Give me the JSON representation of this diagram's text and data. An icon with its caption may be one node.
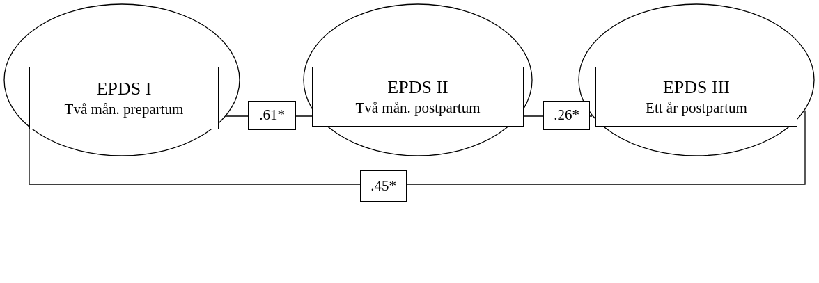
{
  "diagram": {
    "nodes": [
      {
        "text": [],
        "shape": "ellipse"
      },
      {
        "text": [
          "EPDS I",
          "Två mån. prepartum"
        ],
        "in": 0
      },
      {
        "text": [],
        "shape": "ellipse"
      },
      {
        "text": [
          "EPDS II",
          "Två mån. postpartum"
        ],
        "in": 2
      },
      {
        "text": [],
        "shape": "ellipse"
      },
      {
        "text": [
          "EPDS III",
          "Ett år postpartum"
        ],
        "in": 4
      }
    ],
    "edges": [
      {
        "from": 0,
        "to": 2,
        "arrow": "none",
        "label": ".61*"
      },
      {
        "from": 2,
        "to": 4,
        "arrow": "none",
        "label": ".26*"
      },
      {
        "from": 0,
        "to": 4,
        "arrow": "none",
        "label": ".45*"
      }
    ]
  }
}
